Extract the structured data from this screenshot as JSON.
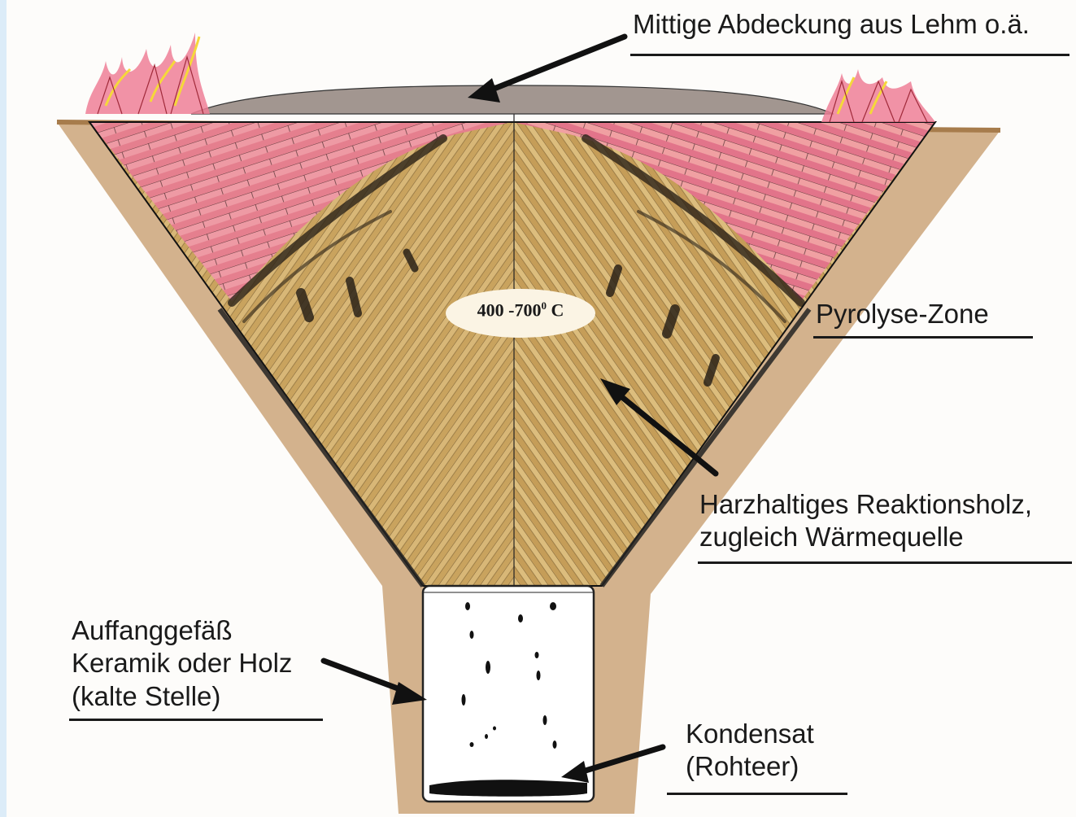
{
  "labels": {
    "cover": "Mittige Abdeckung aus Lehm o.ä.",
    "pyrolysis_zone": "Pyrolyse-Zone",
    "resin_wood_line1": "Harzhaltiges Reaktionsholz,",
    "resin_wood_line2": "zugleich Wärmequelle",
    "vessel_line1": "Auffanggefäß",
    "vessel_line2": "Keramik oder Holz",
    "vessel_line3": "(kalte Stelle)",
    "condensate_line1": "Kondensat",
    "condensate_line2": "(Rohteer)"
  },
  "temperature": {
    "value": "400 -700",
    "degree_mark": "0",
    "unit": "C"
  },
  "colors": {
    "background": "#dcecf8",
    "paper": "#fdfcfa",
    "earth": "#b98f5c",
    "wood": "#c9a35e",
    "wood_light": "#e3c98a",
    "fire": "#e8768c",
    "charred": "#2a2218",
    "clay_cover": "#9a8e86",
    "tar": "#111111"
  }
}
